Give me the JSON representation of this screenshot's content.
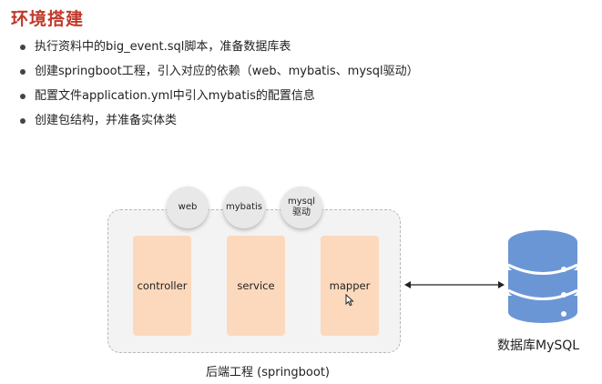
{
  "title": "环境搭建",
  "bullets": [
    "执行资料中的big_event.sql脚本，准备数据库表",
    "创建springboot工程，引入对应的依赖（web、mybatis、mysql驱动）",
    "配置文件application.yml中引入mybatis的配置信息",
    "创建包结构，并准备实体类"
  ],
  "diagram": {
    "dependencies": [
      {
        "label": "web"
      },
      {
        "label": "mybatis"
      },
      {
        "label": "mysql",
        "sub": "驱动"
      }
    ],
    "layers": [
      "controller",
      "service",
      "mapper"
    ],
    "container_label": "后端工程 (springboot)",
    "database_label": "数据库MySQL",
    "colors": {
      "title": "#c0392b",
      "layer_fill": "#fcd9bd",
      "container_fill": "#f3f3f3",
      "database": "#6b96d6"
    }
  }
}
